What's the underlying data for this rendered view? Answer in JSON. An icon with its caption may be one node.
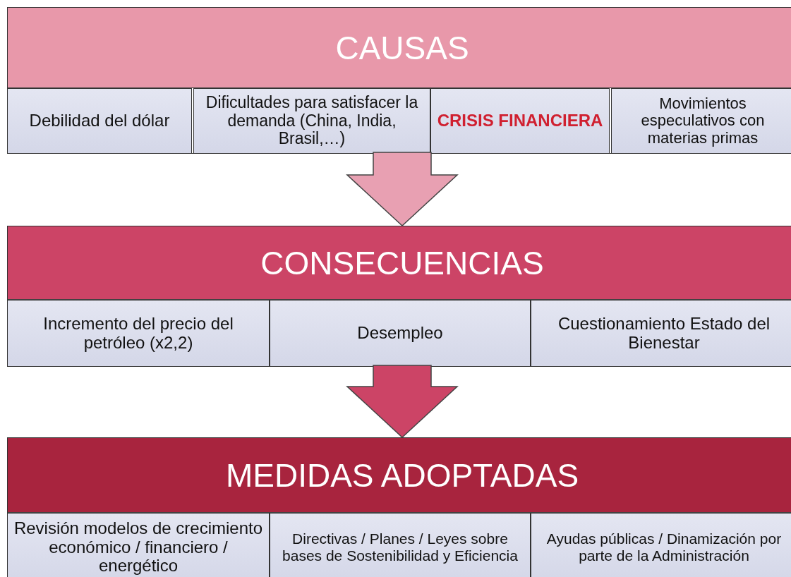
{
  "diagram": {
    "nodes": [
      {
        "text": [
          "CAUSAS"
        ]
      },
      {
        "text": [
          "Debilidad del dólar"
        ],
        "in": 0
      },
      {
        "text": [
          "Dificultades para satisfacer la demanda (China, India, Brasil,…)"
        ],
        "in": 0
      },
      {
        "text": [
          "CRISIS FINANCIERA"
        ],
        "in": 0
      },
      {
        "text": [
          "Movimientos especulativos con materias primas"
        ],
        "in": 0
      },
      {
        "text": [
          "CONSECUENCIAS"
        ]
      },
      {
        "text": [
          "Incremento del precio del petróleo (x2,2)"
        ],
        "in": 5
      },
      {
        "text": [
          "Desempleo"
        ],
        "in": 5
      },
      {
        "text": [
          "Cuestionamiento Estado del Bienestar"
        ],
        "in": 5
      },
      {
        "text": [
          "MEDIDAS ADOPTADAS"
        ]
      },
      {
        "text": [
          "Revisión modelos de crecimiento económico / financiero / energético"
        ],
        "in": 9
      },
      {
        "text": [
          "Directivas / Planes / Leyes sobre bases de Sostenibilidad y Eficiencia"
        ],
        "in": 9
      },
      {
        "text": [
          "Ayudas públicas / Dinamización por parte de la Administración"
        ],
        "in": 9
      }
    ],
    "edges": [
      {
        "from": 0,
        "to": 5,
        "arrow": "to",
        "style": "thick",
        "color": "#e8a0b2"
      },
      {
        "from": 5,
        "to": 9,
        "arrow": "to",
        "style": "thick",
        "color": "#cc4466"
      }
    ]
  }
}
